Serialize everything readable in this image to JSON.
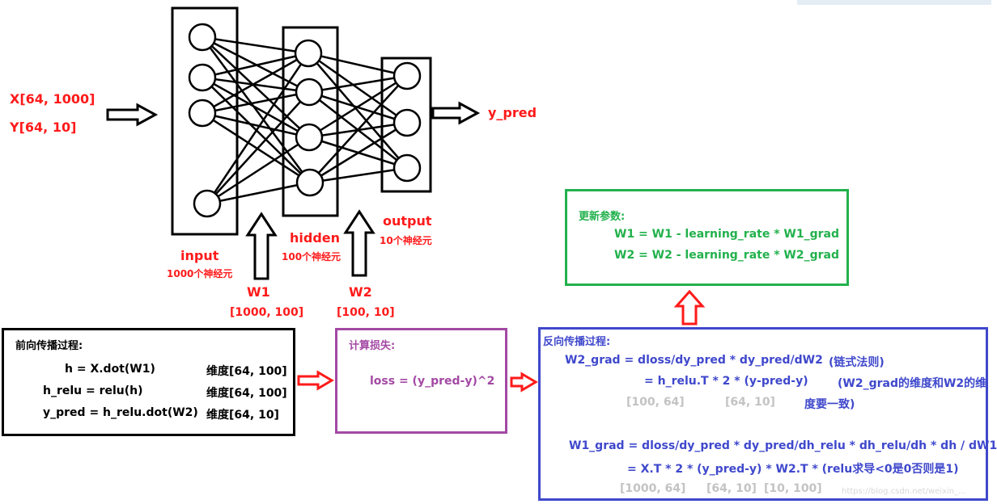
{
  "network": {
    "inputs": [
      "X[64, 1000]",
      "Y[64, 10]"
    ],
    "output": "y_pred",
    "layers": {
      "input": {
        "name": "input",
        "count": "1000个神经元"
      },
      "hidden": {
        "name": "hidden",
        "count": "100个神经元"
      },
      "output": {
        "name": "output",
        "count": "10个神经元"
      }
    },
    "weights": {
      "w1": {
        "name": "W1",
        "shape": "[1000, 100]"
      },
      "w2": {
        "name": "W2",
        "shape": "[100, 10]"
      }
    }
  },
  "update": {
    "title": "更新参数:",
    "line1": "W1 = W1 - learning_rate * W1_grad",
    "line2": "W2 = W2 - learning_rate * W2_grad"
  },
  "forward": {
    "title": "前向传播过程:",
    "rows": [
      {
        "expr": "h = X.dot(W1)",
        "dim": "维度[64, 100]"
      },
      {
        "expr": "h_relu = relu(h)",
        "dim": "维度[64, 100]"
      },
      {
        "expr": "y_pred = h_relu.dot(W2)",
        "dim": "维度[64, 10]"
      }
    ]
  },
  "loss": {
    "title": "计算损失:",
    "expr": "loss =  (y_pred-y)^2"
  },
  "backward": {
    "title": "反向传播过程:",
    "w2_line1": "W2_grad = dloss/dy_pred * dy_pred/dW2",
    "w2_note1": "(链式法则)",
    "w2_line2": "= h_relu.T * 2 * (y-pred-y)",
    "w2_note2a": "(W2_grad的维度和W2的维",
    "w2_note2b": "度要一致)",
    "w2_dim1": "[100, 64]",
    "w2_dim2": "[64, 10]",
    "w1_line1": "W1_grad = dloss/dy_pred * dy_pred/dh_relu * dh_relu/dh * dh / dW1",
    "w1_line2": "= X.T * 2 * (y_pred-y) * W2.T * (relu求导<0是0否则是1)",
    "w1_dim1": "[1000, 64]",
    "w1_dim2": "[64, 10]",
    "w1_dim3": "[10, 100]"
  },
  "watermark": "https://blog.csdn.net/weixin_...",
  "colors": {
    "red": "#ff1a1a",
    "green": "#22b14c",
    "blue": "#3f48cc",
    "purple": "#a349a4",
    "black": "#000000",
    "grey": "#c3c3c3"
  }
}
